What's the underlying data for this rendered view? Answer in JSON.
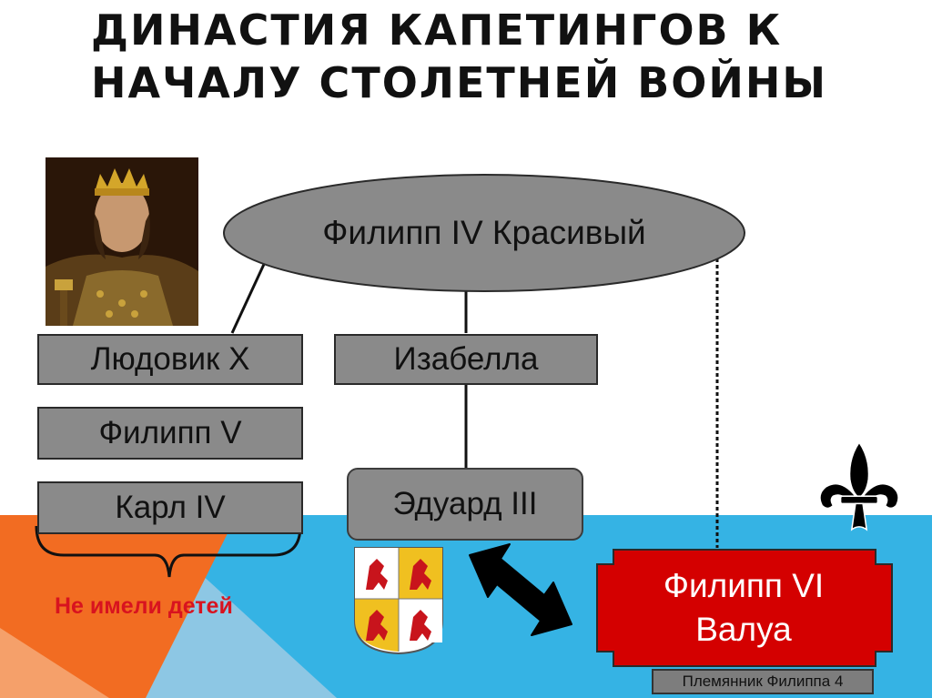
{
  "title": "Династия Капетингов к началу Столетней войны",
  "root": "Филипп IV Красивый",
  "sons": [
    "Людовик X",
    "Филипп V",
    "Карл IV"
  ],
  "daughter": "Изабелла",
  "grandson": "Эдуард III",
  "no_children_label": "Не имели детей",
  "valois_king": {
    "line1": "Филипп VI",
    "line2": "Валуа",
    "note": "Племянник Филиппа 4"
  },
  "colors": {
    "box_gray": "#8a8a8a",
    "valois_red": "#d40000",
    "sky_blue": "#35b3e4",
    "orange": "#f26c22",
    "note_red": "#d8131f"
  },
  "icons": [
    "king-portrait",
    "castile-leon-coat-of-arms-icon",
    "double-arrow-icon",
    "fleur-de-lis-icon"
  ]
}
